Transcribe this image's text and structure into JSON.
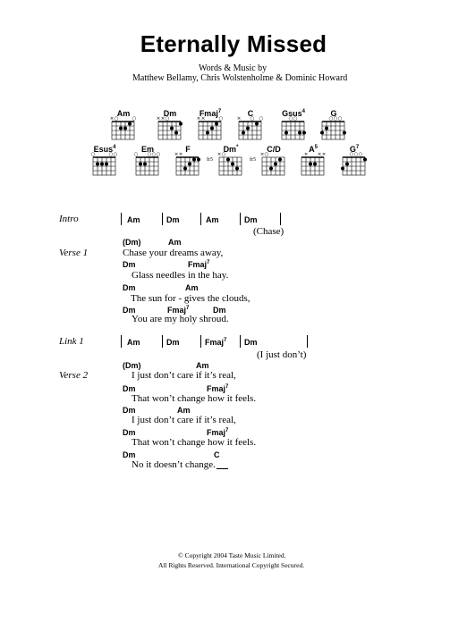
{
  "title": "Eternally Missed",
  "credits": {
    "line1": "Words & Music by",
    "line2": "Matthew Bellamy, Chris Wolstenholme & Dominic Howard"
  },
  "chord_diagrams": [
    {
      "name": "Am",
      "sup": ""
    },
    {
      "name": "Dm",
      "sup": ""
    },
    {
      "name": "Fmaj",
      "sup": "7"
    },
    {
      "name": "C",
      "sup": ""
    },
    {
      "name": "Gsus",
      "sup": "4"
    },
    {
      "name": "G",
      "sup": ""
    },
    {
      "name": "Esus",
      "sup": "4"
    },
    {
      "name": "Em",
      "sup": ""
    },
    {
      "name": "F",
      "sup": ""
    },
    {
      "name": "Dm",
      "sup": "*"
    },
    {
      "name": "C/D",
      "sup": ""
    },
    {
      "name": "A",
      "sup": "5"
    },
    {
      "name": "G",
      "sup": "7"
    }
  ],
  "fret_labels": {
    "dm_star": "fr5",
    "cd": "fr5"
  },
  "sections": {
    "intro": "Intro",
    "verse1": "Verse 1",
    "link1": "Link 1",
    "verse2": "Verse 2"
  },
  "intro": {
    "chords": [
      "Am",
      "Dm",
      "Am",
      "Dm"
    ],
    "note": "(Chase)"
  },
  "verse1": [
    {
      "chords": [
        "(Dm)",
        "Am"
      ],
      "lyric": "Chase your dreams away,"
    },
    {
      "chords": [
        "Dm",
        "Fmaj7"
      ],
      "lyric": "Glass needles in the hay."
    },
    {
      "chords": [
        "Dm",
        "Am"
      ],
      "lyric": "The sun for - gives the clouds,"
    },
    {
      "chords": [
        "Dm",
        "Fmaj7",
        "Dm"
      ],
      "lyric": "You are my holy shroud."
    }
  ],
  "link1": {
    "chords": [
      "Am",
      "Dm",
      "Fmaj7",
      "Dm"
    ],
    "note": "(I just don’t)"
  },
  "verse2": [
    {
      "chords": [
        "(Dm)",
        "Am"
      ],
      "lyric": "I just don’t care if it’s real,"
    },
    {
      "chords": [
        "Dm",
        "Fmaj7"
      ],
      "lyric": "That won’t change how it feels."
    },
    {
      "chords": [
        "Dm",
        "Am"
      ],
      "lyric": "I just don’t care if it’s real,"
    },
    {
      "chords": [
        "Dm",
        "Fmaj7"
      ],
      "lyric": "That won’t change how it feels."
    },
    {
      "chords": [
        "Dm",
        "C"
      ],
      "lyric": "No it doesn’t change."
    }
  ],
  "footer": {
    "line1": "© Copyright 2004 Taste Music Limited.",
    "line2": "All Rights Reserved. International Copyright Secured."
  }
}
